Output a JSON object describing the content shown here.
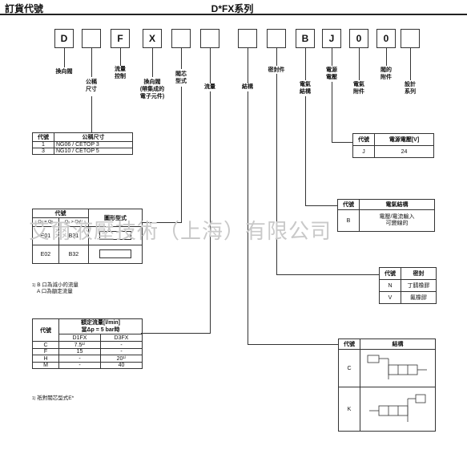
{
  "header": {
    "left_title": "訂貨代號",
    "center_title": "D*FX系列"
  },
  "code_boxes": [
    "D",
    "",
    "F",
    "X",
    "",
    "",
    "",
    "",
    "B",
    "J",
    "0",
    "0",
    ""
  ],
  "labels": {
    "change_valve": "換向閥",
    "nominal_size": [
      "公稱",
      "尺寸"
    ],
    "flow_control": [
      "流量",
      "控制"
    ],
    "change_valve2": "換向閥",
    "change_valve2_note": [
      "(帶集成的",
      "電子元件)"
    ],
    "spool_type": [
      "閥芯",
      "型式"
    ],
    "flow": "流量",
    "structure": "結構",
    "seal": "密封件",
    "elec_conn": [
      "電氣",
      "結構"
    ],
    "supply_voltage": [
      "電源",
      "電壓"
    ],
    "elec_accessory": [
      "電氣",
      "附件"
    ],
    "valve_accessory": [
      "閥的",
      "附件"
    ],
    "design_series": [
      "設計",
      "系列"
    ]
  },
  "size_table": {
    "headers": [
      "代號",
      "公稱尺寸"
    ],
    "rows": [
      [
        "1",
        "NG06 / CETOP 3"
      ],
      [
        "3",
        "NG10 / CETOP 5"
      ]
    ]
  },
  "voltage_table": {
    "headers": [
      "代號",
      "電源電壓[V]"
    ],
    "rows": [
      [
        "J",
        "24"
      ]
    ]
  },
  "elec_table": {
    "headers": [
      "代號",
      "電氣結構"
    ],
    "rows": [
      [
        "B",
        "電壓/電流輸入\n可變線的"
      ]
    ]
  },
  "spool_table": {
    "header_code": "代號",
    "header_symbol": "圖形型式",
    "sub_a": "Qₐ = Qᵦ",
    "sub_b": "Qₐ > Qᵦ¹⁾",
    "rows": [
      [
        "E01",
        "B31"
      ],
      [
        "E02",
        "B32"
      ]
    ]
  },
  "spool_note": {
    "mark": "1)",
    "lines": [
      "B 口為減小的流量",
      "A 口為額定流量"
    ]
  },
  "seal_table": {
    "headers": [
      "代號",
      "密封"
    ],
    "rows": [
      [
        "N",
        "丁腈橡膠"
      ],
      [
        "V",
        "氟橡膠"
      ]
    ]
  },
  "flow_table": {
    "header_code": "代號",
    "header_main": [
      "額定流量[l/min]",
      "當Δp = 5 bar時"
    ],
    "sub": [
      "D1FX",
      "D3FX"
    ],
    "rows": [
      [
        "C",
        "7.5¹⁾",
        "-"
      ],
      [
        "F",
        "15",
        "-"
      ],
      [
        "H",
        "-",
        "20¹⁾"
      ],
      [
        "M",
        "-",
        "40"
      ]
    ]
  },
  "flow_note": {
    "mark": "1)",
    "text": "祇對閥芯型式E*"
  },
  "struct_table": {
    "headers": [
      "代號",
      "結構"
    ],
    "rows": [
      "C",
      "K"
    ]
  },
  "watermark": "艾爾液壓技術（上海）有限公司"
}
